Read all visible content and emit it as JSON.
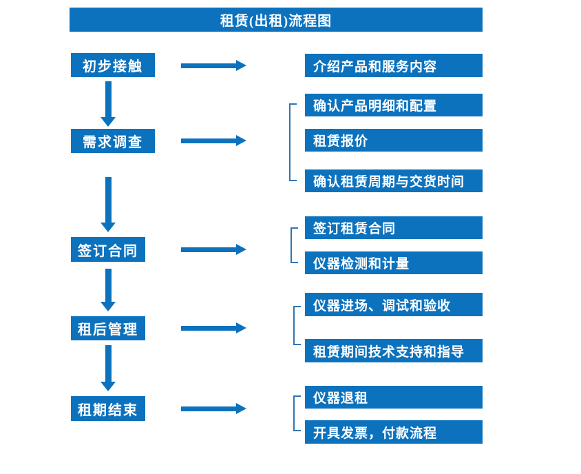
{
  "title": "租赁(出租)流程图",
  "colors": {
    "primary_blue": "#0C72BE",
    "bracket_blue": "#2E74B5",
    "background": "#FFFFFF",
    "text": "#FFFFFF"
  },
  "steps": [
    {
      "label": "初步接触",
      "details": [
        "介绍产品和服务内容"
      ]
    },
    {
      "label": "需求调查",
      "details": [
        "确认产品明细和配置",
        "租赁报价",
        "确认租赁周期与交货时间"
      ]
    },
    {
      "label": "签订合同",
      "details": [
        "签订租赁合同",
        "仪器检测和计量"
      ]
    },
    {
      "label": "租后管理",
      "details": [
        "仪器进场、调试和验收",
        "租赁期间技术支持和指导"
      ]
    },
    {
      "label": "租期结束",
      "details": [
        "仪器退租",
        "开具发票，付款流程"
      ]
    }
  ]
}
